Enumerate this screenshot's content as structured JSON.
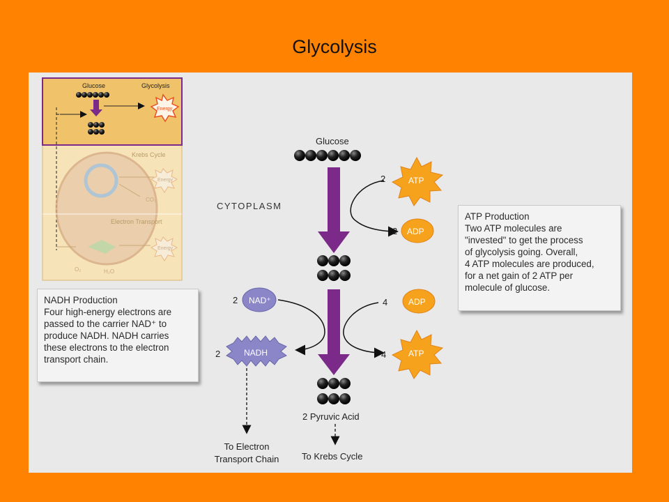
{
  "slide": {
    "title": "Glycolysis"
  },
  "colors": {
    "slide_background": "#ff8200",
    "panel_background": "#e9e9e9",
    "pathway_arrow": "#7b2a8a",
    "molecule": "#1b1b1b",
    "atp_starburst": "#f6a21d",
    "adp_oval": "#f6a21d",
    "nad_shape": "#8a86c8"
  },
  "inset": {
    "glucose_label": "Glucose",
    "glycolysis_label": "Glycolysis",
    "energy_label": "Energy",
    "krebs_label": "Krebs Cycle",
    "energy_label_2": "Energy",
    "co2_label": "CO₂",
    "electron_transport_label": "Electron Transport",
    "energy_label_3": "Energy",
    "o2_label": "O₂",
    "h2o_label": "H₂O"
  },
  "main": {
    "cytoplasm_label": "CYTOPLASM",
    "glucose_label": "Glucose",
    "atp_in_count": "2",
    "atp_in_label": "ATP",
    "adp_out_count": "2",
    "adp_out_label": "ADP",
    "nad_count": "2",
    "nad_label": "NAD⁺",
    "nadh_count": "2",
    "nadh_label": "NADH",
    "adp_in_count": "4",
    "adp_in_label": "ADP",
    "atp_out_count": "4",
    "atp_out_label": "ATP",
    "pyruvic_label": "2 Pyruvic Acid",
    "electron_chain_label_1": "To Electron",
    "electron_chain_label_2": "Transport Chain",
    "krebs_label": "To Krebs Cycle"
  },
  "atp_box": {
    "title": "ATP Production",
    "body": "Two ATP molecules are\n\"invested\" to get the process\nof glycolysis going. Overall,\n4 ATP molecules are produced,\nfor a net gain of 2 ATP per\nmolecule of glucose."
  },
  "nadh_box": {
    "title": "NADH Production",
    "body": "Four high-energy electrons are\npassed to the carrier NAD⁺ to\nproduce NADH. NADH carries\nthese electrons to the electron\ntransport chain."
  }
}
